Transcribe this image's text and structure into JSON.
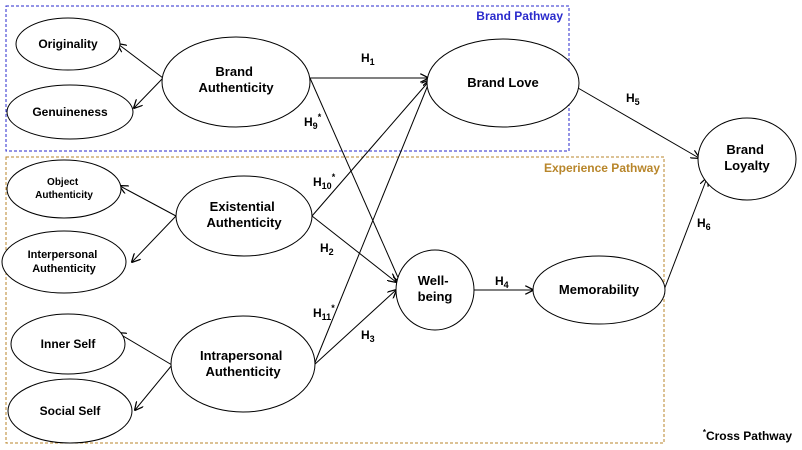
{
  "regions": {
    "brand_pathway": {
      "label": "Brand Pathway",
      "color": "#2a2acc"
    },
    "experience_pathway": {
      "label": "Experience Pathway",
      "color": "#b8862b"
    }
  },
  "nodes": {
    "originality": [
      "Originality"
    ],
    "genuineness": [
      "Genuineness"
    ],
    "brand_authenticity": [
      "Brand",
      "Authenticity"
    ],
    "brand_love": [
      "Brand Love"
    ],
    "brand_loyalty": [
      "Brand",
      "Loyalty"
    ],
    "object_authenticity": [
      "Object",
      "Authenticity"
    ],
    "interpersonal_authenticity": [
      "Interpersonal",
      "Authenticity"
    ],
    "existential_authenticity": [
      "Existential",
      "Authenticity"
    ],
    "well_being": [
      "Well-",
      "being"
    ],
    "memorability": [
      "Memorability"
    ],
    "inner_self": [
      "Inner Self"
    ],
    "social_self": [
      "Social Self"
    ],
    "intrapersonal_authenticity": [
      "Intrapersonal",
      "Authenticity"
    ]
  },
  "hypotheses": {
    "h1": {
      "base": "H",
      "sub": "1",
      "sup": ""
    },
    "h2": {
      "base": "H",
      "sub": "2",
      "sup": ""
    },
    "h3": {
      "base": "H",
      "sub": "3",
      "sup": ""
    },
    "h4": {
      "base": "H",
      "sub": "4",
      "sup": ""
    },
    "h5": {
      "base": "H",
      "sub": "5",
      "sup": ""
    },
    "h6": {
      "base": "H",
      "sub": "6",
      "sup": ""
    },
    "h9": {
      "base": "H",
      "sub": "9",
      "sup": "*"
    },
    "h10": {
      "base": "H",
      "sub": "10",
      "sup": "*"
    },
    "h11": {
      "base": "H",
      "sub": "11",
      "sup": "*"
    }
  },
  "footnote": {
    "marker": "*",
    "text": "Cross Pathway"
  }
}
